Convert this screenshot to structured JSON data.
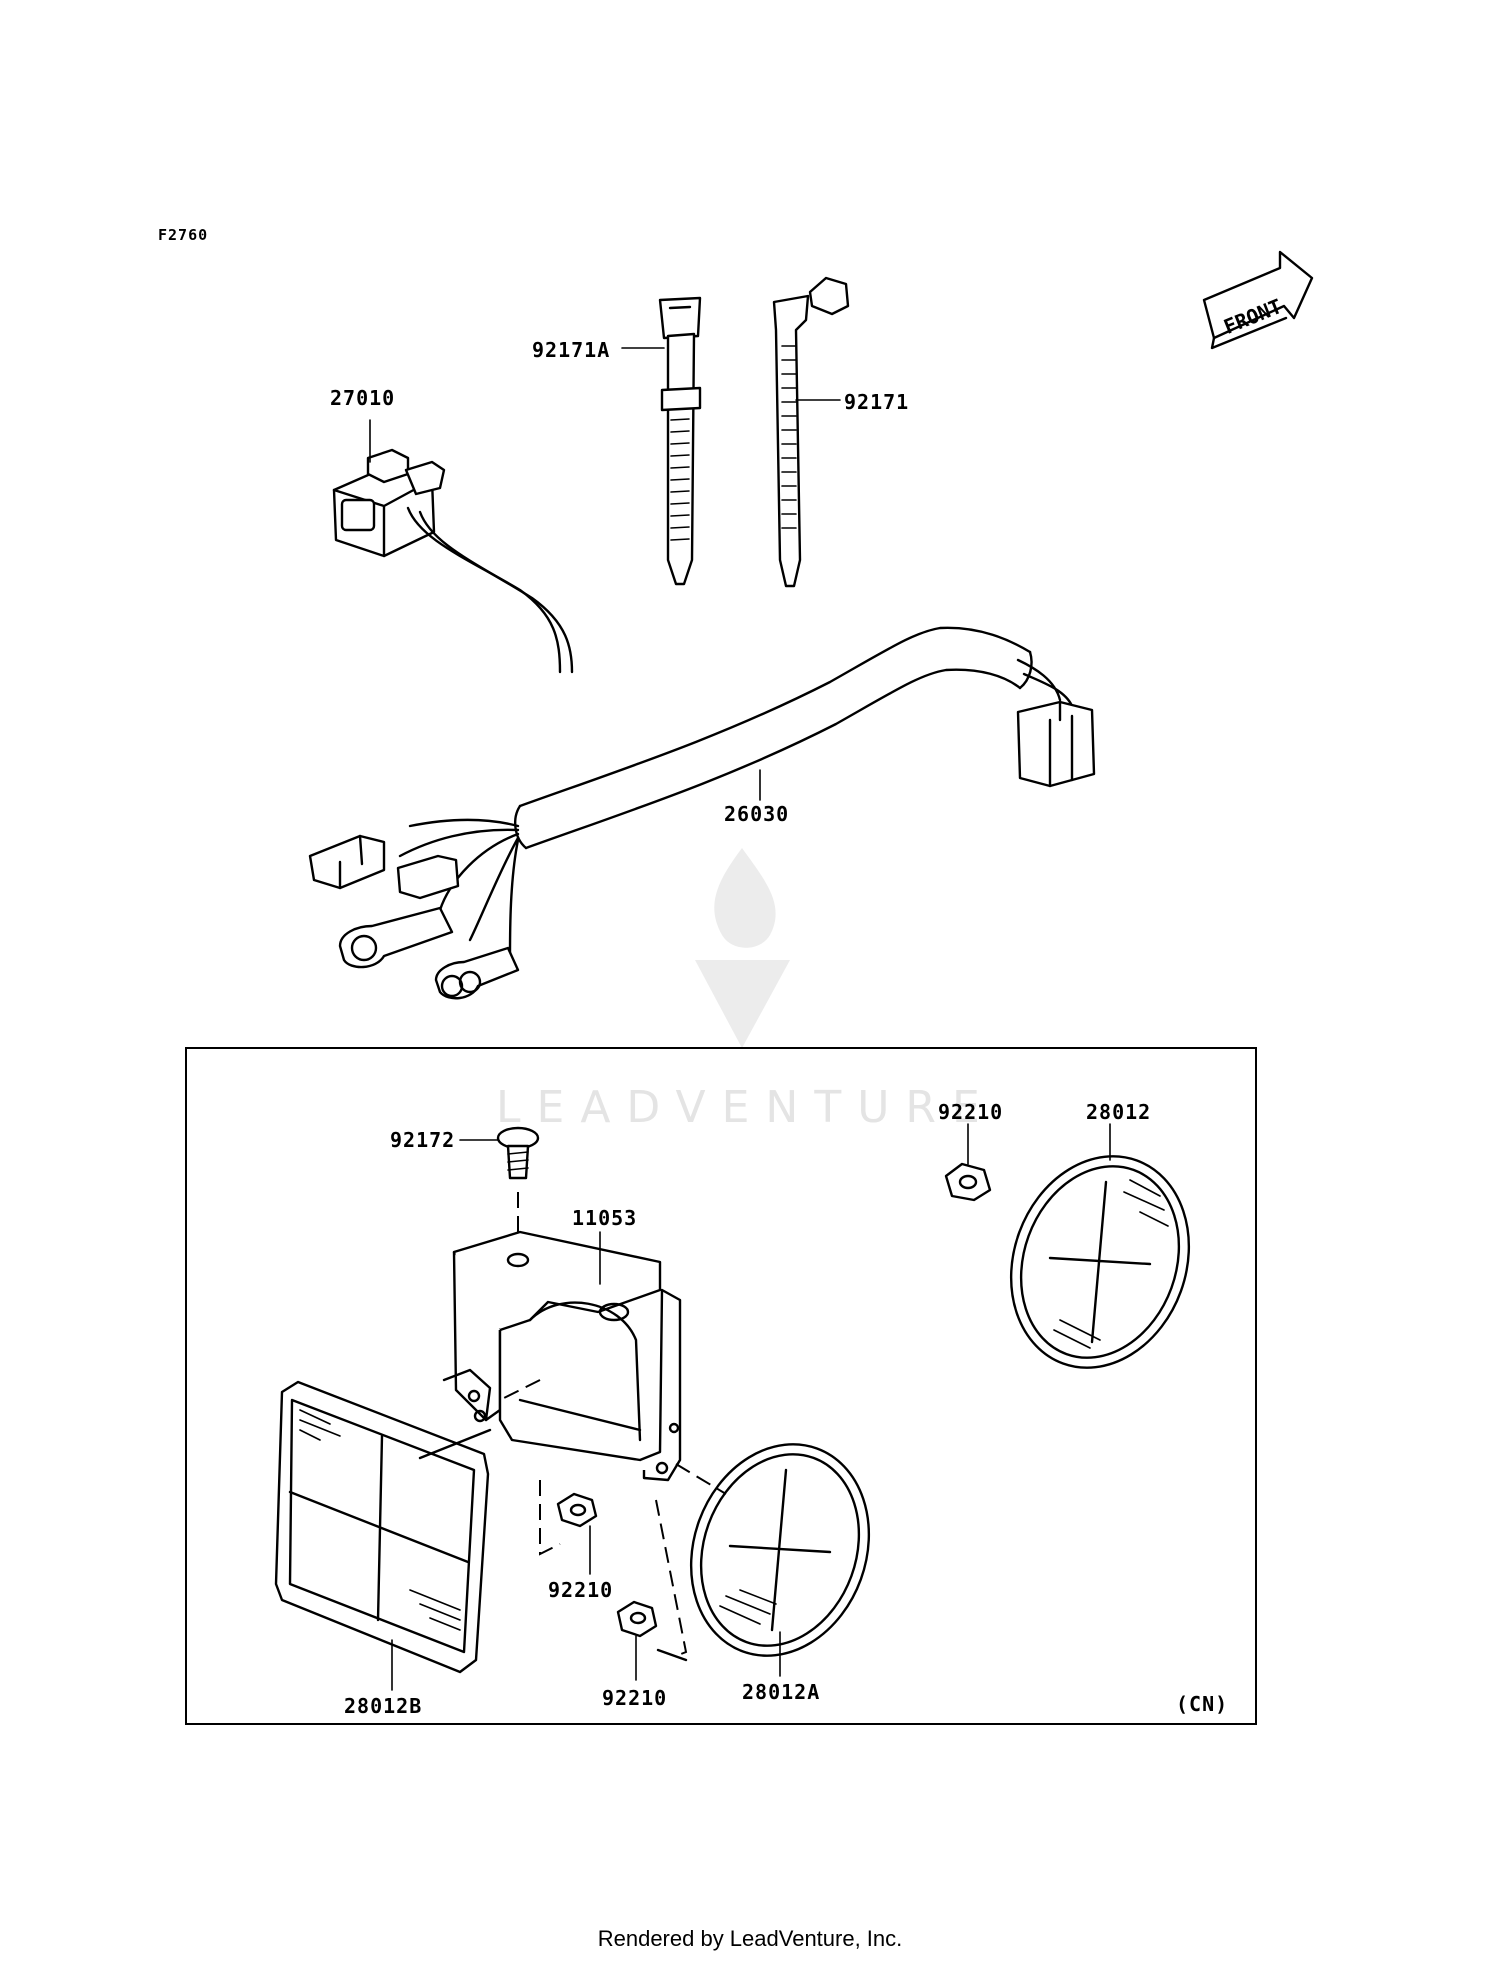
{
  "figure_code": "F2760",
  "front_label": "FRONT",
  "region_code": "(CN)",
  "watermark": "LEADVENTURE",
  "footer": "Rendered by LeadVenture, Inc.",
  "callouts": {
    "c27010": "27010",
    "c92171a": "92171A",
    "c92171": "92171",
    "c26030": "26030",
    "c92172": "92172",
    "c11053": "11053",
    "c92210_top": "92210",
    "c28012": "28012",
    "c28012b": "28012B",
    "c92210_mid": "92210",
    "c92210_low": "92210",
    "c28012a": "28012A"
  }
}
